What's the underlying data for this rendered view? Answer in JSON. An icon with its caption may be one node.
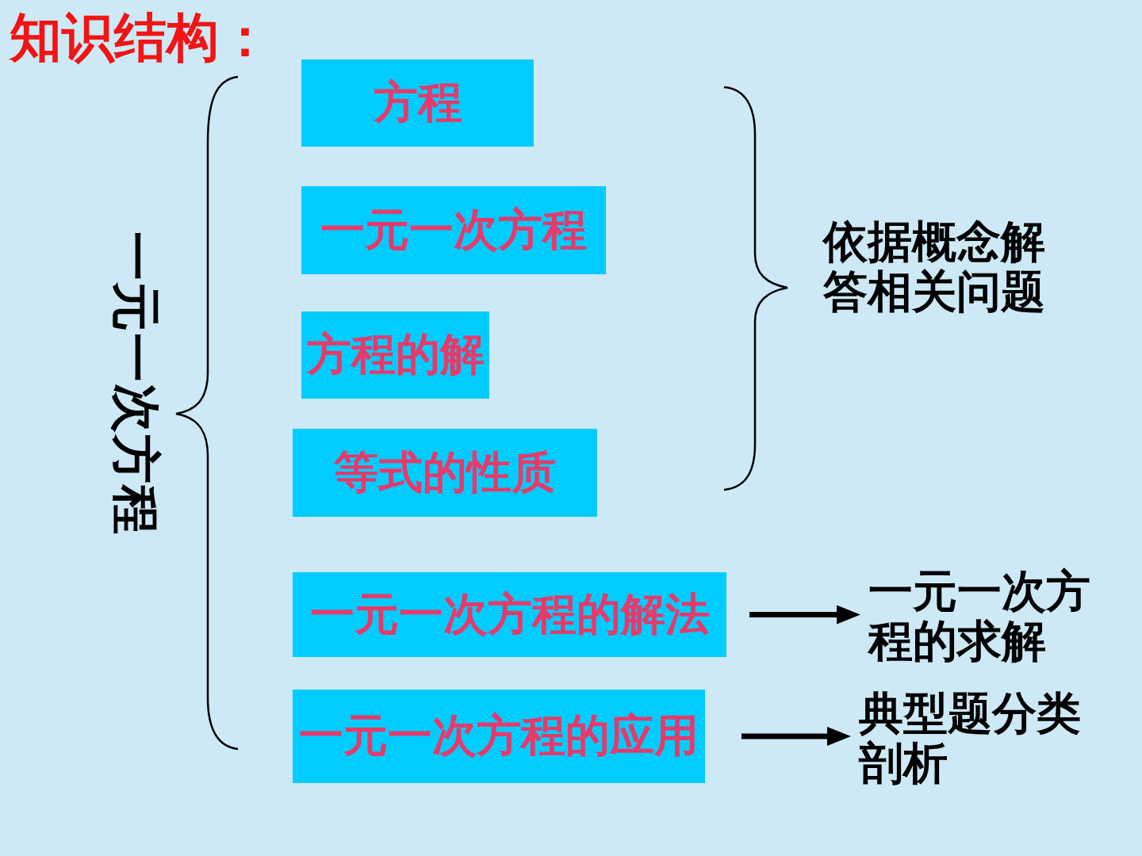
{
  "diagram": {
    "title": "知识结构：",
    "nodes": [
      {
        "text": [
          "方程"
        ]
      },
      {
        "text": [
          "一元一次方程"
        ]
      },
      {
        "text": [
          "方程的解"
        ]
      },
      {
        "text": [
          "等式的性质"
        ]
      },
      {
        "text": [
          "一元一次方程的解法"
        ]
      },
      {
        "text": [
          "一元一次方程的求解"
        ]
      },
      {
        "text": [
          "一元一次方程的应用"
        ]
      },
      {
        "text": [
          "典型题分类剖析"
        ]
      }
    ],
    "edges": [
      {
        "from": 4,
        "to": 5,
        "arrow": "to"
      },
      {
        "from": 6,
        "to": 7,
        "arrow": "to"
      }
    ],
    "labels": [
      "一元一次方程",
      "依据概念解答相关问题"
    ]
  }
}
